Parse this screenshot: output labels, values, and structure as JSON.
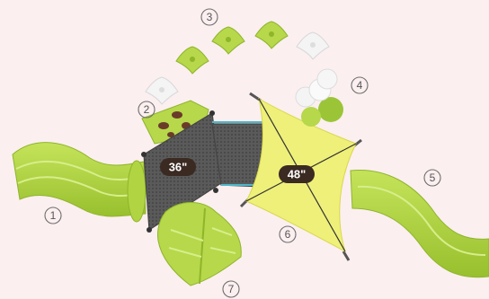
{
  "callouts": [
    {
      "number": "1",
      "component": "left-slide"
    },
    {
      "number": "2",
      "component": "climbing-panel"
    },
    {
      "number": "3",
      "component": "stepping-holds"
    },
    {
      "number": "4",
      "component": "ball-cluster"
    },
    {
      "number": "5",
      "component": "right-slide"
    },
    {
      "number": "6",
      "component": "shade-sail"
    },
    {
      "number": "7",
      "component": "leaf-climber"
    }
  ],
  "dimensions": [
    {
      "label": "36\"",
      "refers_to": "left-deck-height"
    },
    {
      "label": "48\"",
      "refers_to": "right-deck-height"
    }
  ],
  "colors": {
    "background": "#fbeff0",
    "lime": "#b6d84a",
    "lime_dark": "#8fb52a",
    "deck": "#555555",
    "shade": "#eff07a",
    "cream": "#f2f2f2",
    "badge": "#3a2a22"
  }
}
